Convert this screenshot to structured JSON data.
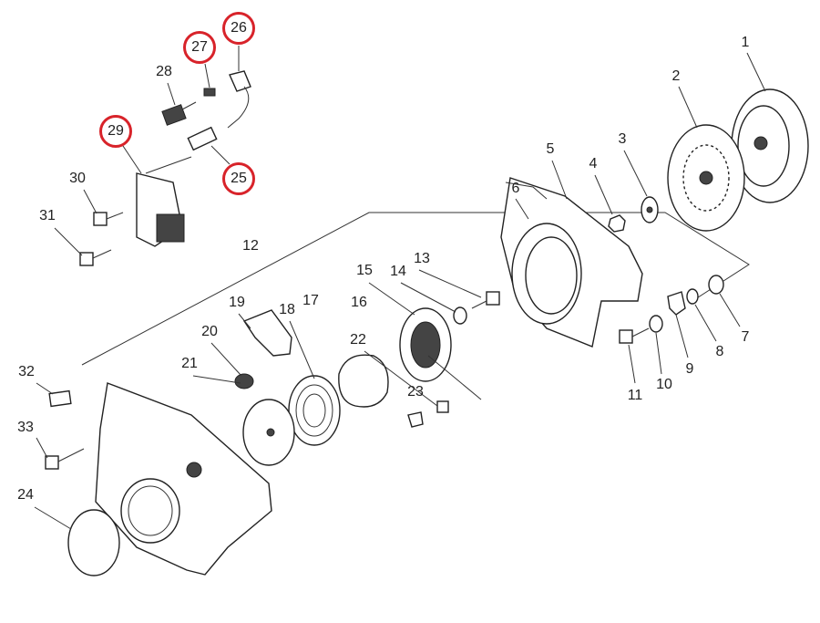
{
  "diagram": {
    "title": "Starter / flywheel assembly exploded view",
    "highlight_color": "#d8232a",
    "part_labels": [
      "1",
      "2",
      "3",
      "4",
      "5",
      "6",
      "7",
      "8",
      "9",
      "10",
      "11",
      "12",
      "13",
      "14",
      "15",
      "16",
      "17",
      "18",
      "19",
      "20",
      "21",
      "22",
      "23",
      "24",
      "25",
      "26",
      "27",
      "28",
      "29",
      "30",
      "31",
      "32",
      "33"
    ],
    "highlighted_parts": [
      "25",
      "26",
      "27",
      "29"
    ]
  }
}
